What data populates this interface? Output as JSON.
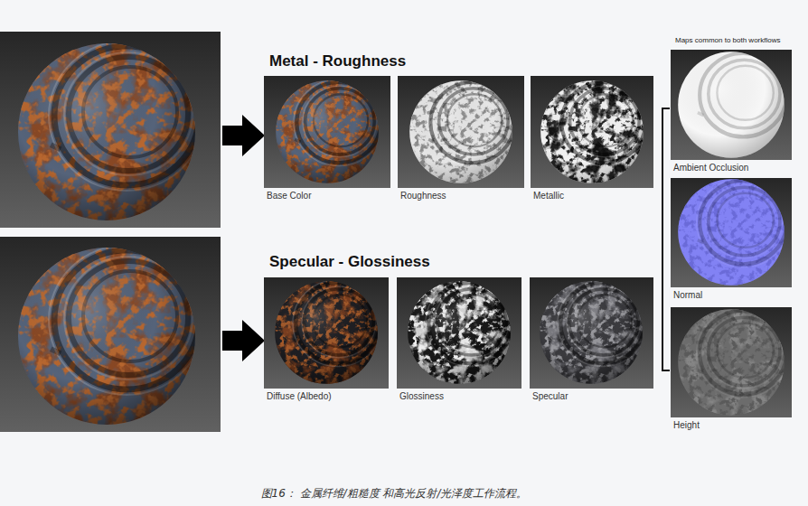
{
  "diagram": {
    "caption": "图16： 金属纤维/粗糙度 和高光反射/光泽度工作流程。",
    "nodes": [
      {
        "text": [
          "Base Color"
        ]
      },
      {
        "text": [
          "Roughness"
        ]
      },
      {
        "text": [
          "Metallic"
        ]
      },
      {
        "text": [
          "Ambient Occlusion"
        ]
      },
      {
        "text": [
          "Normal"
        ]
      },
      {
        "text": [
          "Diffuse (Albedo)"
        ]
      },
      {
        "text": [
          "Glossiness"
        ]
      },
      {
        "text": [
          "Specular"
        ]
      },
      {
        "text": [
          "Height"
        ]
      }
    ],
    "labels": [
      "Metal - Roughness",
      "Specular - Glossiness",
      "Maps common to both workflows"
    ]
  }
}
